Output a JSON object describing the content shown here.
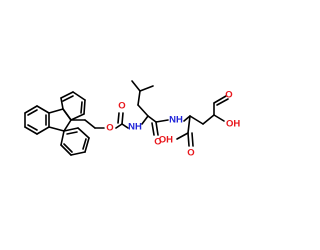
{
  "molecule": {
    "labels": {
      "carbamate_o": "O",
      "carbamate_carbonyl_o": "O",
      "leu_nh": "NH",
      "amide_o": "O",
      "glu_nh": "NH",
      "alpha_acid_oh": "OH",
      "alpha_acid_o": "O",
      "side_acid_oh": "OH",
      "side_acid_o": "O"
    },
    "colors": {
      "bond": "#000000",
      "oxygen": "#e8161b",
      "nitrogen": "#1f23d9",
      "background": "#ffffff"
    }
  }
}
